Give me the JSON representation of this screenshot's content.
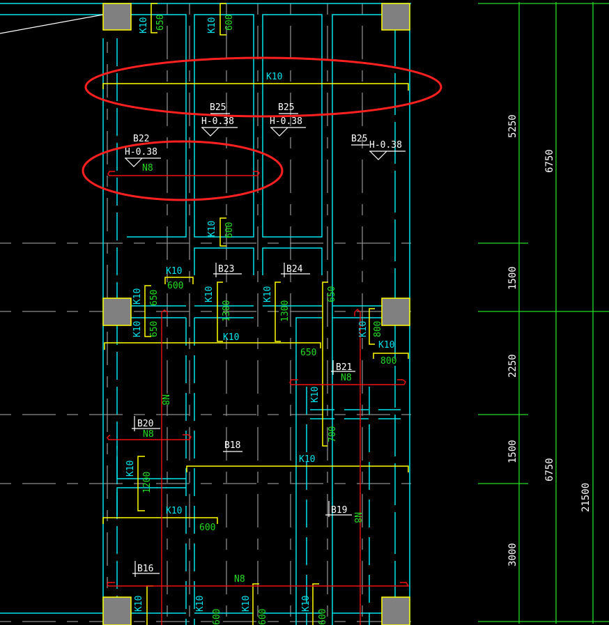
{
  "drawing": {
    "colors": {
      "background": "#000000",
      "wall": "#00e5ee",
      "axis": "#8c8c8c",
      "column_fill": "#808080",
      "column_border": "#ffff00",
      "rebar_bracket": "#ffff00",
      "dim_line": "#22dd22",
      "rebar_red": "#ee1111",
      "highlight_ellipse": "#ff2020",
      "annotation": "#ffffff"
    },
    "slab_labels": [
      {
        "id": "B25",
        "elev": "H-0.38"
      },
      {
        "id": "B25",
        "elev": "H-0.38"
      },
      {
        "id": "B25",
        "elev": "H-0.38"
      },
      {
        "id": "B22",
        "elev": "H-0.38"
      },
      {
        "id": "B23"
      },
      {
        "id": "B24"
      },
      {
        "id": "B21"
      },
      {
        "id": "B20"
      },
      {
        "id": "B18"
      },
      {
        "id": "B19"
      },
      {
        "id": "B16"
      }
    ],
    "rebar_labels": {
      "k10": "K10",
      "n8": "N8"
    },
    "length_labels": [
      "650",
      "600",
      "600",
      "600",
      "650",
      "650",
      "1300",
      "1300",
      "650",
      "650",
      "800",
      "800",
      "700",
      "1200",
      "600",
      "600",
      "600",
      "600"
    ],
    "dimensions": {
      "inner": [
        "5250",
        "1500",
        "2250",
        "1500",
        "3000"
      ],
      "middle": [
        "6750",
        "6750"
      ],
      "overall": "21500"
    }
  }
}
